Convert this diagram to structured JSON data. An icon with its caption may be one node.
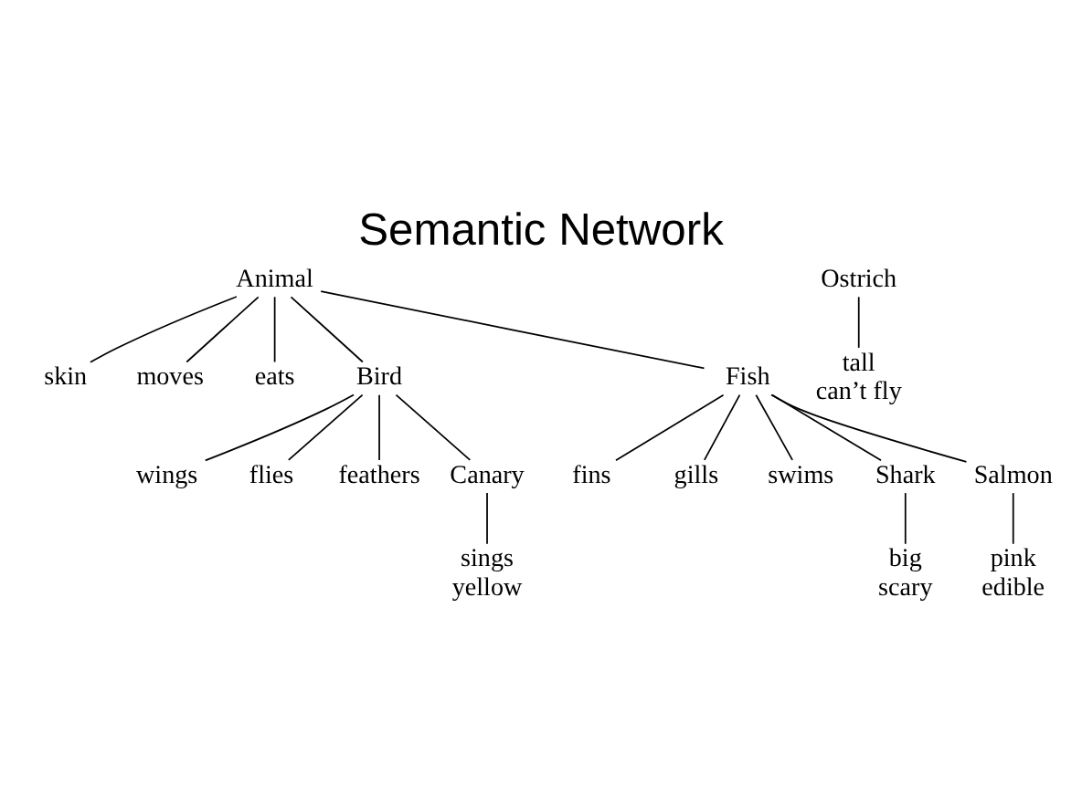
{
  "diagram": {
    "title": "Semantic Network",
    "nodes": [
      {
        "text": [
          "Animal"
        ]
      },
      {
        "text": [
          "skin"
        ]
      },
      {
        "text": [
          "moves"
        ]
      },
      {
        "text": [
          "eats"
        ]
      },
      {
        "text": [
          "Bird"
        ]
      },
      {
        "text": [
          "wings"
        ]
      },
      {
        "text": [
          "flies"
        ]
      },
      {
        "text": [
          "feathers"
        ]
      },
      {
        "text": [
          "Fish"
        ]
      },
      {
        "text": [
          "fins"
        ]
      },
      {
        "text": [
          "gills"
        ]
      },
      {
        "text": [
          "swims"
        ]
      },
      {
        "text": [
          "Canary"
        ]
      },
      {
        "text": [
          "Ostrich"
        ]
      },
      {
        "text": [
          "Shark"
        ]
      },
      {
        "text": [
          "Salmon"
        ]
      },
      {
        "text": [
          "sings",
          "yellow"
        ]
      },
      {
        "text": [
          "tall",
          "can’t fly"
        ]
      },
      {
        "text": [
          "big",
          "scary"
        ]
      },
      {
        "text": [
          "pink",
          "edible"
        ]
      }
    ],
    "edges": [
      {
        "from": 0,
        "to": 1,
        "arrow": "none"
      },
      {
        "from": 0,
        "to": 2,
        "arrow": "none"
      },
      {
        "from": 0,
        "to": 3,
        "arrow": "none"
      },
      {
        "from": 0,
        "to": 4,
        "arrow": "none"
      },
      {
        "from": 0,
        "to": 8,
        "arrow": "none"
      },
      {
        "from": 4,
        "to": 5,
        "arrow": "none"
      },
      {
        "from": 4,
        "to": 6,
        "arrow": "none"
      },
      {
        "from": 4,
        "to": 7,
        "arrow": "none"
      },
      {
        "from": 8,
        "to": 9,
        "arrow": "none"
      },
      {
        "from": 8,
        "to": 10,
        "arrow": "none"
      },
      {
        "from": 8,
        "to": 11,
        "arrow": "none"
      },
      {
        "from": 4,
        "to": 12,
        "arrow": "none"
      },
      {
        "from": 8,
        "to": 14,
        "arrow": "none"
      },
      {
        "from": 8,
        "to": 15,
        "arrow": "none"
      },
      {
        "from": 12,
        "to": 16,
        "arrow": "none"
      },
      {
        "from": 13,
        "to": 17,
        "arrow": "none"
      },
      {
        "from": 14,
        "to": 18,
        "arrow": "none"
      },
      {
        "from": 15,
        "to": 19,
        "arrow": "none"
      }
    ]
  }
}
